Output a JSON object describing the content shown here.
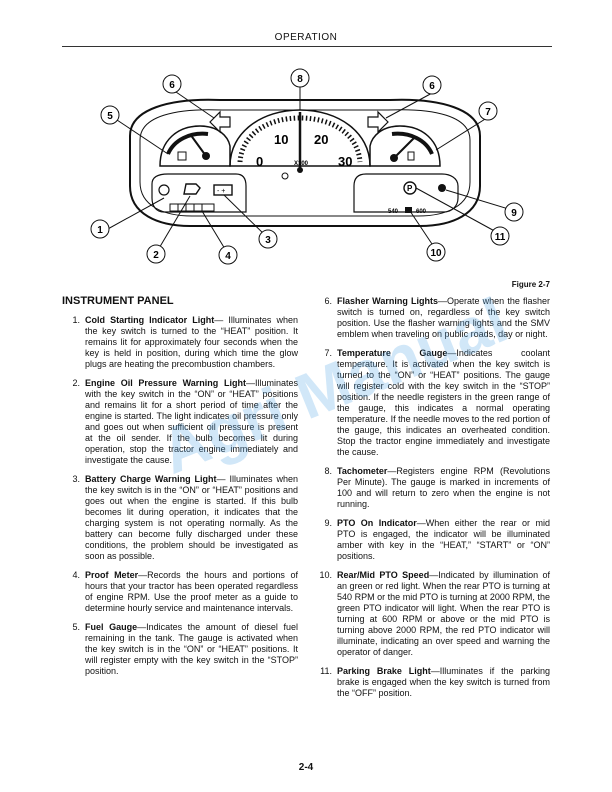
{
  "header": {
    "title": "OPERATION"
  },
  "figure": {
    "callouts": [
      "1",
      "2",
      "3",
      "4",
      "5",
      "6",
      "6",
      "7",
      "8",
      "9",
      "10",
      "11"
    ],
    "tach_ticks": [
      "0",
      "10",
      "20",
      "30"
    ],
    "tach_unit": "X100",
    "pto_left": "540",
    "pto_right": "600",
    "park_symbol": "P",
    "caption": "Figure 2-7"
  },
  "section_title": "INSTRUMENT PANEL",
  "items": [
    {
      "n": "1.",
      "term": "Cold Starting Indicator Light",
      "body": "— Illuminates when the key switch is turned to the “HEAT” position. It remains lit for approximately four seconds when the key is held in position, during which time the glow plugs are heating the precombustion chambers."
    },
    {
      "n": "2.",
      "term": "Engine Oil Pressure Warning Light",
      "body": "—Illuminates with the key switch in the “ON” or “HEAT” positions and remains lit for a short period of time after the engine is started. The light indicates oil pressure only and goes out when sufficient oil pressure is present at the oil sender. If the bulb becomes lit during operation, stop the tractor engine immediately and investigate the cause."
    },
    {
      "n": "3.",
      "term": "Battery Charge Warning Light",
      "body": "— Illuminates when the key switch is in the “ON” or “HEAT” positions and goes out when the engine is started. If this bulb becomes lit during operation, it indicates that the charging system is not operating normally. As the battery can become fully discharged under these conditions, the problem should be investigated as soon as possible."
    },
    {
      "n": "4.",
      "term": "Proof Meter",
      "body": "—Records the hours and portions of hours that your tractor has been operated regardless of engine RPM. Use the proof meter as a guide to determine hourly service and maintenance intervals."
    },
    {
      "n": "5.",
      "term": "Fuel Gauge",
      "body": "—Indicates the amount of diesel fuel remaining in the tank. The gauge is activated when the key switch is in the “ON” or “HEAT” positions. It will register empty with the key switch in the “STOP” position."
    },
    {
      "n": "6.",
      "term": "Flasher Warning Lights",
      "body": "—Operate when the flasher switch is turned on, regardless of the key switch position. Use the flasher warning lights and the SMV emblem when traveling on public roads, day or night."
    },
    {
      "n": "7.",
      "term": "Temperature Gauge",
      "body": "—Indicates coolant temperature. It is activated when the key switch is turned to the “ON” or “HEAT” positions. The gauge will register cold with the key switch in the “STOP” position. If the needle registers in the green range of the gauge, this indicates a normal operating temperature. If the needle moves to the red portion of the gauge, this indicates an overheated condition. Stop the tractor engine immediately and investigate the cause."
    },
    {
      "n": "8.",
      "term": "Tachometer",
      "body": "—Registers engine RPM (Revolutions Per Minute). The gauge is marked in increments of 100 and will return to zero when the engine is not running."
    },
    {
      "n": "9.",
      "term": "PTO On Indicator",
      "body": "—When either the rear or mid PTO is engaged, the indicator will be illuminated amber with key in the “HEAT,” “START” or “ON” positions."
    },
    {
      "n": "10.",
      "term": "Rear/Mid PTO Speed",
      "body": "—Indicated by illumination of an green or red light. When the rear PTO is turning at 540 RPM or the mid PTO is turning at 2000 RPM, the green PTO indicator will light. When the rear PTO is turning at 600 RPM or above or the mid PTO is turning above 2000 RPM, the red PTO indicator will illuminate, indicating an over speed and warning the operator of danger."
    },
    {
      "n": "11.",
      "term": "Parking Brake Light",
      "body": "—Illuminates if the parking brake is engaged when the key switch is turned from the “OFF” position."
    }
  ],
  "watermark": "Agri Manual",
  "page_number": "2-4"
}
